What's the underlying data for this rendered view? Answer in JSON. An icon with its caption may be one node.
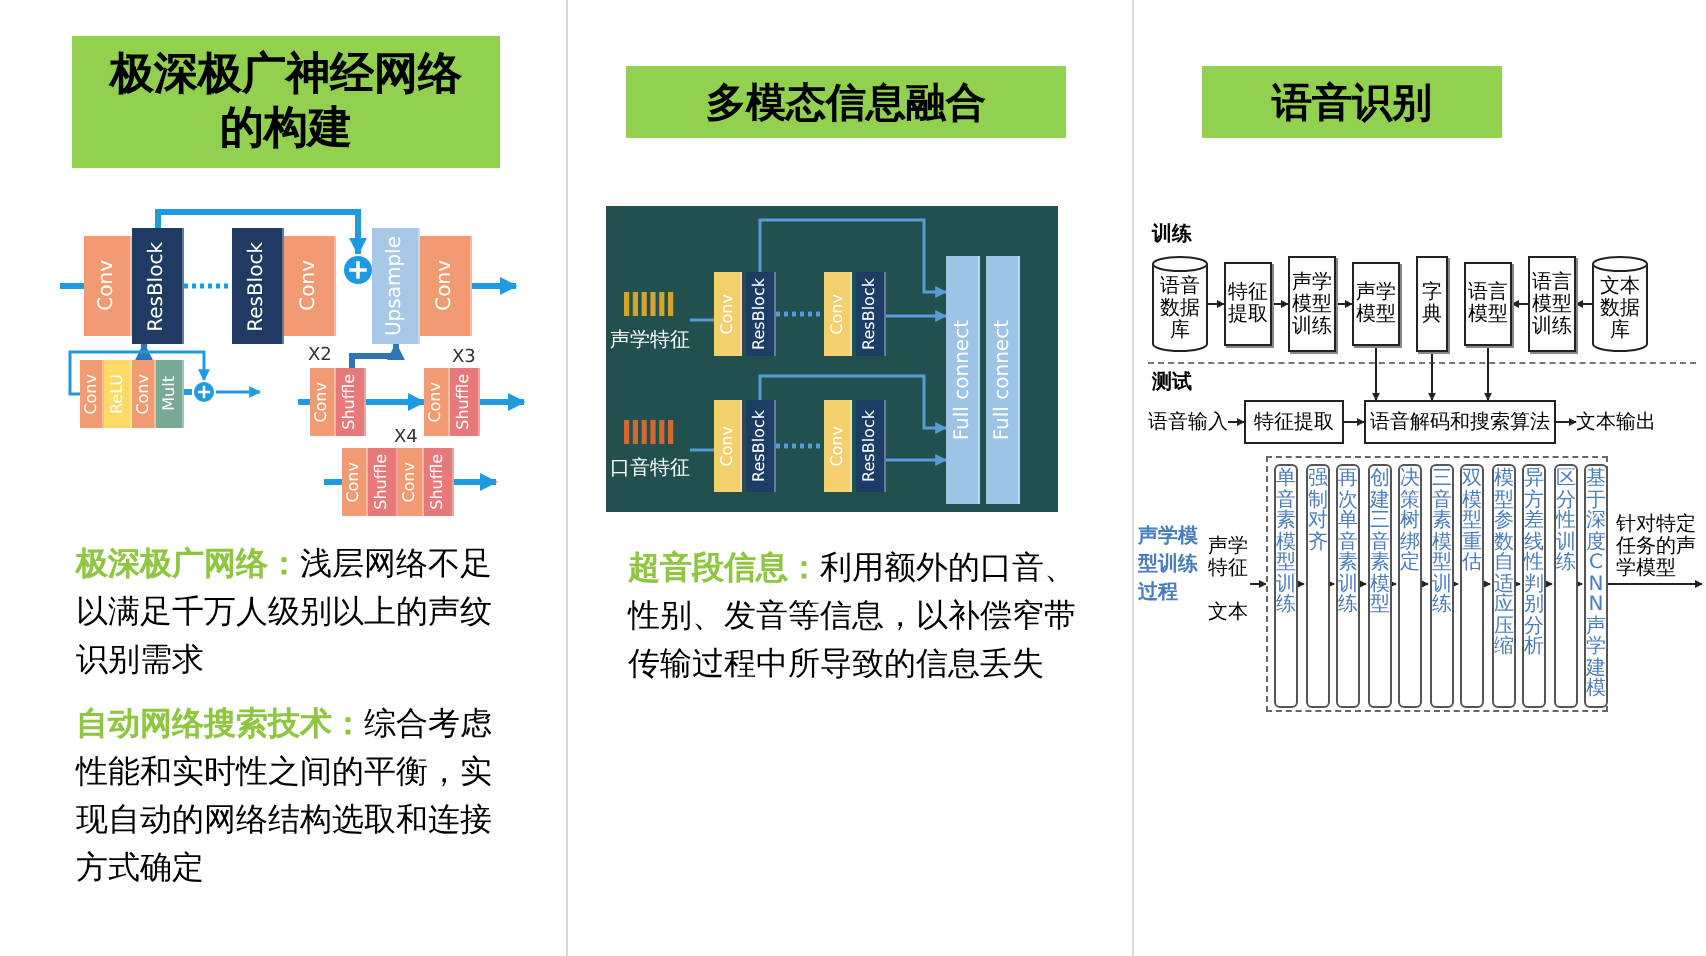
{
  "diagram": {
    "nodes": [
      {
        "text": [
          "极深极广神经网络的构建"
        ]
      },
      {
        "text": [
          "Conv"
        ]
      },
      {
        "text": [
          "ResBlock"
        ]
      },
      {
        "text": [
          "ResBlock"
        ]
      },
      {
        "text": [
          "Conv"
        ]
      },
      {
        "text": [],
        "shape": "circle"
      },
      {
        "text": [
          "Upsample"
        ]
      },
      {
        "text": [
          "Conv"
        ]
      },
      {
        "text": [
          "Conv"
        ]
      },
      {
        "text": [
          "ReLU"
        ]
      },
      {
        "text": [
          "Conv"
        ]
      },
      {
        "text": [
          "Mult"
        ]
      },
      {
        "text": [],
        "shape": "circle"
      },
      {
        "text": [
          "Conv"
        ]
      },
      {
        "text": [
          "Shuffle"
        ]
      },
      {
        "text": [
          "Conv"
        ]
      },
      {
        "text": [
          "Shuffle"
        ]
      },
      {
        "text": [
          "Conv"
        ]
      },
      {
        "text": [
          "Shuffle"
        ]
      },
      {
        "text": [
          "Conv"
        ]
      },
      {
        "text": [
          "Shuffle"
        ]
      },
      {
        "text": [
          "多模态信息融合"
        ]
      },
      {
        "text": [
          "声学特征"
        ]
      },
      {
        "text": [
          "Conv"
        ]
      },
      {
        "text": [
          "ResBlock"
        ]
      },
      {
        "text": [
          "Conv"
        ]
      },
      {
        "text": [
          "ResBlock"
        ]
      },
      {
        "text": [
          "口音特征"
        ]
      },
      {
        "text": [
          "Conv"
        ]
      },
      {
        "text": [
          "ResBlock"
        ]
      },
      {
        "text": [
          "Conv"
        ]
      },
      {
        "text": [
          "ResBlock"
        ]
      },
      {
        "text": [
          "Full connect"
        ]
      },
      {
        "text": [
          "Full connect"
        ]
      },
      {
        "text": [
          "语音识别"
        ]
      },
      {
        "text": [
          "语音数据库"
        ]
      },
      {
        "text": [
          "特征提取"
        ]
      },
      {
        "text": [
          "声学模型训练"
        ]
      },
      {
        "text": [
          "声学模型"
        ]
      },
      {
        "text": [
          "字典"
        ]
      },
      {
        "text": [
          "语言模型"
        ]
      },
      {
        "text": [
          "语言模型训练"
        ]
      },
      {
        "text": [
          "文本数据库"
        ]
      },
      {
        "text": [
          "语音输入"
        ]
      },
      {
        "text": [
          "特征提取"
        ]
      },
      {
        "text": [
          "语音解码和搜索算法"
        ]
      },
      {
        "text": [
          "文本输出"
        ]
      },
      {
        "text": [],
        "shape": "box"
      },
      {
        "text": [
          "单音素模型训练"
        ],
        "in": 47
      },
      {
        "text": [
          "强制对齐"
        ],
        "in": 47
      },
      {
        "text": [
          "再次单音素训练"
        ],
        "in": 47
      },
      {
        "text": [
          "创建三音素模型"
        ],
        "in": 47
      },
      {
        "text": [
          "决策树绑定"
        ],
        "in": 47
      },
      {
        "text": [
          "三音素模型训练"
        ],
        "in": 47
      },
      {
        "text": [
          "双模型重估"
        ],
        "in": 47
      },
      {
        "text": [
          "模型参数自适应压缩"
        ],
        "in": 47
      },
      {
        "text": [
          "异方差线性判别分析"
        ],
        "in": 47
      },
      {
        "text": [
          "区分性训练"
        ],
        "in": 47
      },
      {
        "text": [
          "基于深度CNN声学建模"
        ],
        "in": 47
      },
      {
        "text": [
          "声学特征",
          "文本"
        ]
      }
    ],
    "edges": [
      {
        "from": 2,
        "to": 5,
        "arrow": "to",
        "style": "thick",
        "color": "#1e9be0"
      },
      {
        "from": 2,
        "to": 3,
        "arrow": "none",
        "style": "dashed",
        "color": "#1e9be0"
      },
      {
        "from": 7,
        "to": null,
        "arrow": "to",
        "style": "thick",
        "color": "#1e9be0"
      },
      {
        "from": null,
        "to": 1,
        "arrow": "none",
        "style": "thick",
        "color": "#1e9be0"
      },
      {
        "from": 10,
        "to": 2,
        "arrow": "to",
        "style": "thick",
        "color": "#2e75b6"
      },
      {
        "from": 8,
        "to": 12,
        "arrow": "to",
        "color": "#1e9be0"
      },
      {
        "from": 11,
        "to": 12,
        "arrow": "none",
        "style": "thick",
        "color": "#1e9be0"
      },
      {
        "from": 12,
        "to": null,
        "arrow": "to",
        "color": "#1e9be0"
      },
      {
        "from": 14,
        "to": 6,
        "arrow": "to",
        "style": "thick",
        "color": "#2e75b6"
      },
      {
        "from": null,
        "to": 13,
        "arrow": "none",
        "style": "thick",
        "color": "#1e9be0"
      },
      {
        "from": 14,
        "to": 15,
        "arrow": "to",
        "style": "thick",
        "color": "#1e9be0"
      },
      {
        "from": 16,
        "to": null,
        "arrow": "to",
        "style": "thick",
        "color": "#1e9be0"
      },
      {
        "from": null,
        "to": 17,
        "arrow": "none",
        "style": "thick",
        "color": "#1e9be0"
      },
      {
        "from": 20,
        "to": null,
        "arrow": "to",
        "style": "thick",
        "color": "#1e9be0"
      },
      {
        "from": 22,
        "to": 23,
        "arrow": "none",
        "color": "#5b9bd5"
      },
      {
        "from": 24,
        "to": 25,
        "arrow": "none",
        "style": "dashed",
        "color": "#5b9bd5"
      },
      {
        "from": 26,
        "to": 32,
        "arrow": "to",
        "color": "#5b9bd5"
      },
      {
        "from": 24,
        "to": 32,
        "arrow": "to",
        "color": "#5b9bd5"
      },
      {
        "from": 27,
        "to": 28,
        "arrow": "none",
        "color": "#5b9bd5"
      },
      {
        "from": 29,
        "to": 30,
        "arrow": "none",
        "style": "dashed",
        "color": "#5b9bd5"
      },
      {
        "from": 31,
        "to": 32,
        "arrow": "to",
        "color": "#5b9bd5"
      },
      {
        "from": 29,
        "to": 32,
        "arrow": "to",
        "color": "#5b9bd5"
      },
      {
        "from": 35,
        "to": 36,
        "arrow": "to"
      },
      {
        "from": 36,
        "to": 37,
        "arrow": "to"
      },
      {
        "from": 37,
        "to": 38,
        "arrow": "to"
      },
      {
        "from": 42,
        "to": 41,
        "arrow": "to"
      },
      {
        "from": 41,
        "to": 40,
        "arrow": "to"
      },
      {
        "from": 38,
        "to": 45,
        "arrow": "to"
      },
      {
        "from": 39,
        "to": 45,
        "arrow": "to"
      },
      {
        "from": 40,
        "to": 45,
        "arrow": "to"
      },
      {
        "from": 43,
        "to": 44,
        "arrow": "to"
      },
      {
        "from": 44,
        "to": 45,
        "arrow": "to"
      },
      {
        "from": 45,
        "to": 46,
        "arrow": "to"
      },
      {
        "from": 59,
        "to": 47,
        "arrow": "to"
      },
      {
        "from": 48,
        "to": 49,
        "arrow": "to"
      },
      {
        "from": 49,
        "to": 50,
        "arrow": "to"
      },
      {
        "from": 50,
        "to": 51,
        "arrow": "to"
      },
      {
        "from": 51,
        "to": 52,
        "arrow": "to"
      },
      {
        "from": 52,
        "to": 53,
        "arrow": "to"
      },
      {
        "from": 53,
        "to": 54,
        "arrow": "to"
      },
      {
        "from": 54,
        "to": 55,
        "arrow": "to"
      },
      {
        "from": 55,
        "to": 56,
        "arrow": "to"
      },
      {
        "from": 56,
        "to": 57,
        "arrow": "to"
      },
      {
        "from": 57,
        "to": 58,
        "arrow": "to"
      },
      {
        "from": 47,
        "to": null,
        "arrow": "to",
        "label": "针对特定任务的声学模型"
      }
    ],
    "labels": [
      "X2",
      "X3",
      "X4",
      "**极深极广网络：**浅层网络不足以满足千万人级别以上的声纹识别需求",
      "**自动网络搜索技术：**综合考虑性能和实时性之间的平衡，实现自动的网络结构选取和连接方式确定",
      "**超音段信息：**利用额外的口音、性别、发音等信息，以补偿窄带传输过程中所导致的信息丢失",
      "训练",
      "测试",
      "声学模型训练过程"
    ]
  }
}
